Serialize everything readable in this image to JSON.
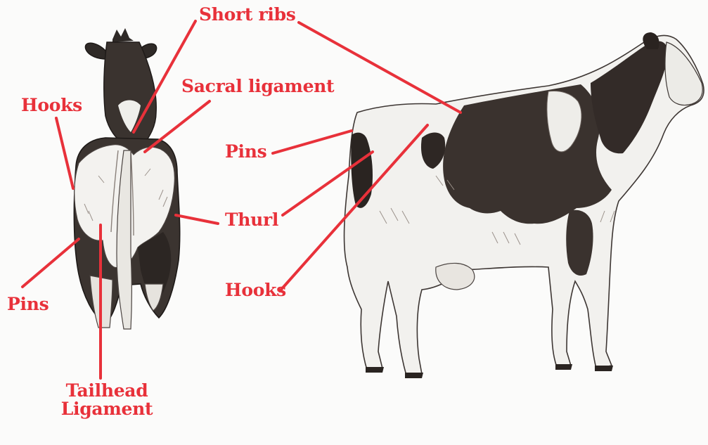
{
  "figure": {
    "label_color": "#e8313a",
    "ink_color": "#2a2522",
    "labels": {
      "short_ribs": "Short ribs",
      "sacral_ligament": "Sacral ligament",
      "hooks_rear": "Hooks",
      "pins_side": "Pins",
      "thurl": "Thurl",
      "hooks_side": "Hooks",
      "pins_rear": "Pins",
      "tailhead_line1": "Tailhead",
      "tailhead_line2": "Ligament"
    }
  }
}
